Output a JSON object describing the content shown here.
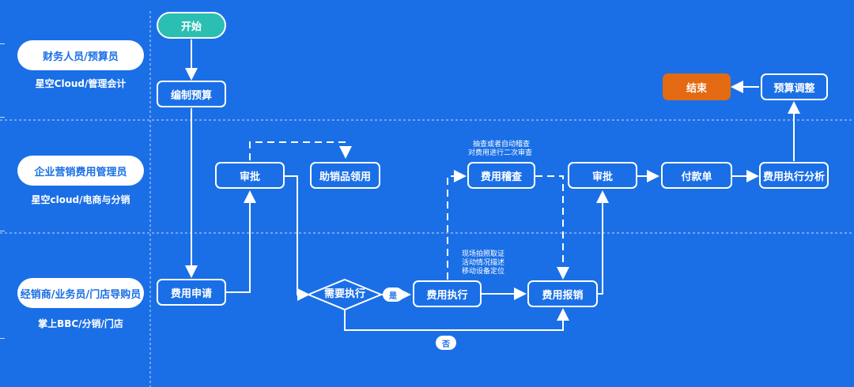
{
  "lanes": [
    {
      "role": "财务人员/预算员",
      "system": "星空Cloud/管理会计"
    },
    {
      "role": "企业营销费用管理员",
      "system": "星空cloud/电商与分销"
    },
    {
      "role": "经销商/业务员/门店导购员",
      "system": "掌上BBC/分销/门店"
    }
  ],
  "nodes": {
    "start": "开始",
    "budget": "编制预算",
    "end": "结束",
    "budget_adjust": "预算调整",
    "approve1": "审批",
    "promo": "助销品领用",
    "audit": "费用稽查",
    "approve2": "审批",
    "payment": "付款单",
    "analysis": "费用执行分析",
    "apply": "费用申请",
    "decision": "需要执行",
    "execute": "费用执行",
    "reimburse": "费用报销"
  },
  "labels": {
    "yes": "是",
    "no": "否"
  },
  "notes": {
    "audit_line1": "抽查或者自动稽查",
    "audit_line2": "对费用进行二次审查",
    "evidence_line1": "现场拍照取证",
    "evidence_line2": "活动情况描述",
    "evidence_line3": "移动设备定位"
  },
  "colors": {
    "background": "#1a6fe6",
    "start": "#2bbfb4",
    "end": "#e36a12",
    "lane_pill": "#ffffff"
  }
}
